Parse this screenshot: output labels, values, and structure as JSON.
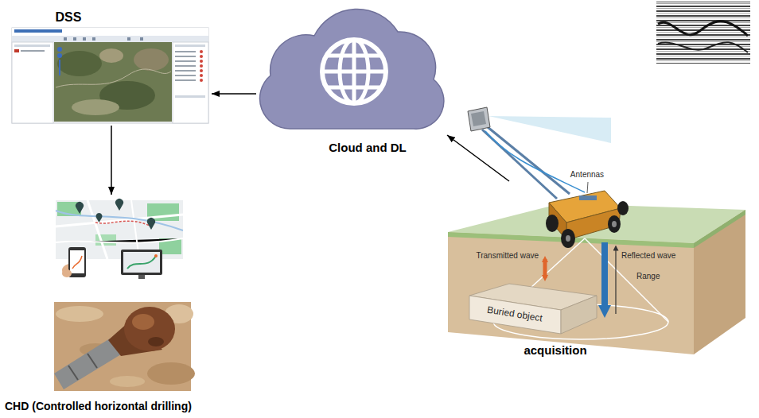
{
  "diagram": {
    "nodes": [
      {
        "text": [
          "DSS"
        ]
      },
      {
        "text": [
          "Cloud and DL"
        ]
      },
      {
        "text": [
          "acquisition"
        ]
      },
      {
        "text": [
          "CHD (Controlled horizontal drilling)"
        ]
      }
    ],
    "edges": [
      {
        "from": 2,
        "to": 1,
        "arrow": "to"
      },
      {
        "from": 1,
        "to": 0,
        "arrow": "to"
      },
      {
        "from": 0,
        "to": 3,
        "arrow": "to"
      }
    ],
    "labels": [
      "Antennas",
      "Transmitted wave",
      "Reflected wave",
      "Range",
      "Buried object"
    ]
  }
}
